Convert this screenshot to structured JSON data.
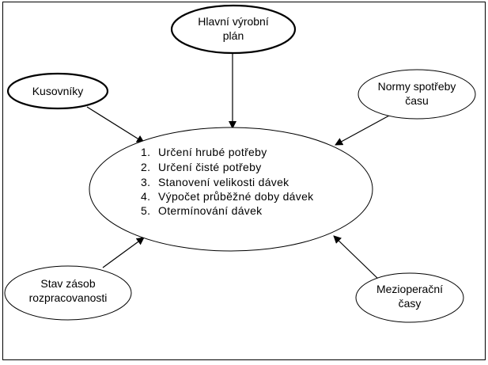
{
  "colors": {
    "stroke": "#000000",
    "fill": "#ffffff",
    "text": "#000000"
  },
  "center": {
    "items": [
      "Určení hrubé potřeby",
      "Určení čisté potřeby",
      "Stanovení velikosti dávek",
      "Výpočet průběžné doby dávek",
      "Otermínování dávek"
    ]
  },
  "nodes": {
    "hlavni_vyrobni_plan": {
      "lines": [
        "Hlavní výrobní",
        "plán"
      ]
    },
    "kusovniky": {
      "lines": [
        "Kusovníky"
      ]
    },
    "normy_spotreby_casu": {
      "lines": [
        "Normy spotřeby",
        "času"
      ]
    },
    "stav_zasob": {
      "lines": [
        "Stav zásob",
        "rozpracovanosti"
      ]
    },
    "mezioperacni_casy": {
      "lines": [
        "Mezioperační",
        "časy"
      ]
    }
  }
}
